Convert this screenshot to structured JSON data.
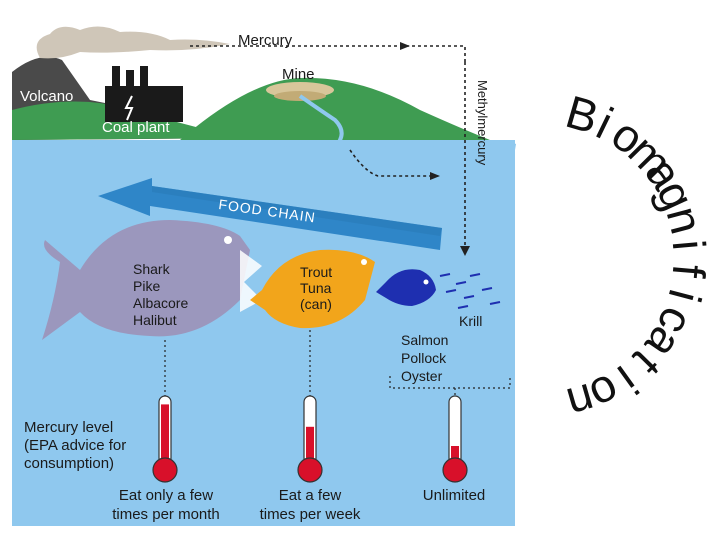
{
  "diagram": {
    "sources": {
      "volcano": "Volcano",
      "coal_plant": "Coal plant",
      "mine": "Mine"
    },
    "flows": {
      "mercury": "Mercury",
      "methylmercury": "Methylmercury"
    },
    "food_chain_label": "FOOD CHAIN",
    "fish": {
      "large": [
        "Shark",
        "Pike",
        "Albacore",
        "Halibut"
      ],
      "medium": [
        "Trout",
        "Tuna",
        "(can)"
      ],
      "small": [
        "Salmon",
        "Pollock",
        "Oyster"
      ],
      "krill": "Krill"
    },
    "mercury_level_label": [
      "Mercury level",
      "(EPA advice for",
      "consumption)"
    ],
    "thermometers": [
      {
        "advice": [
          "Eat only a few",
          "times per month"
        ],
        "level": 0.9
      },
      {
        "advice": [
          "Eat a few",
          "times per week"
        ],
        "level": 0.55
      },
      {
        "advice": [
          "Unlimited"
        ],
        "level": 0.25
      }
    ]
  },
  "side_title": "Biomagnification",
  "colors": {
    "sky": "#ffffff",
    "water": "#8fc8ee",
    "land": "#3f9c52",
    "arrow_band": "#2f86c8",
    "large_fish": "#9b97bd",
    "medium_fish": "#f2a51b",
    "small_fish": "#1e2fb0",
    "mercury_red": "#d8102a"
  }
}
